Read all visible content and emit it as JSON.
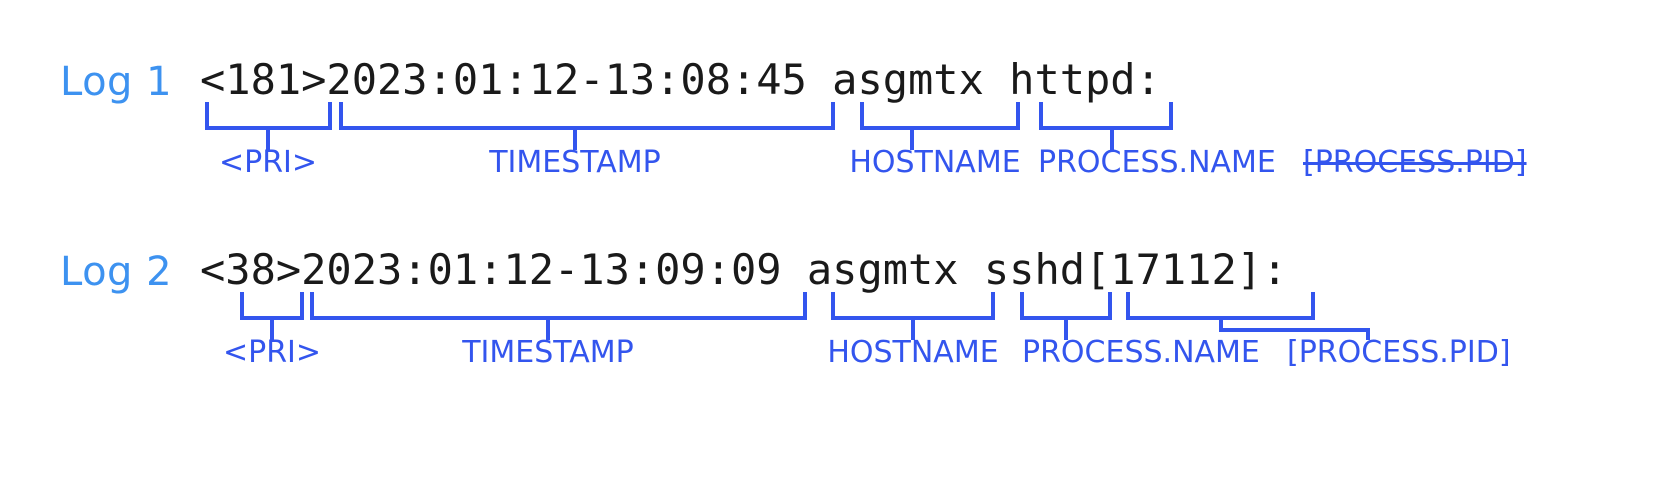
{
  "page": {
    "title": "Syslog message format annotation",
    "background": "#ffffff",
    "caption_color": "#3d92f0",
    "annotation_color": "#3355ee",
    "mono_text_color": "#1a1a1a"
  },
  "logs": [
    {
      "caption": "Log 1",
      "message": "<181>2023:01:12-13:08:45 asgmtx httpd:",
      "fields": [
        {
          "name": "pri",
          "token": "<181>",
          "label": "<PRI>",
          "struck": false
        },
        {
          "name": "timestamp",
          "token": "2023:01:12-13:08:45",
          "label": "TIMESTAMP",
          "struck": false
        },
        {
          "name": "hostname",
          "token": "asgmtx",
          "label": "HOSTNAME",
          "struck": false
        },
        {
          "name": "process-name",
          "token": "httpd:",
          "label": "PROCESS.NAME",
          "struck": false
        },
        {
          "name": "process-pid",
          "token": "",
          "label": "[PROCESS.PID]",
          "struck": true
        }
      ]
    },
    {
      "caption": "Log 2",
      "message": "<38>2023:01:12-13:09:09 asgmtx sshd[17112]:",
      "fields": [
        {
          "name": "pri",
          "token": "<38>",
          "label": "<PRI>",
          "struck": false
        },
        {
          "name": "timestamp",
          "token": "2023:01:12-13:09:09",
          "label": "TIMESTAMP",
          "struck": false
        },
        {
          "name": "hostname",
          "token": "asgmtx",
          "label": "HOSTNAME",
          "struck": false
        },
        {
          "name": "process-name",
          "token": "sshd",
          "label": "PROCESS.NAME",
          "struck": false
        },
        {
          "name": "process-pid",
          "token": "[17112]",
          "label": "[PROCESS.PID]",
          "struck": false
        }
      ]
    }
  ]
}
